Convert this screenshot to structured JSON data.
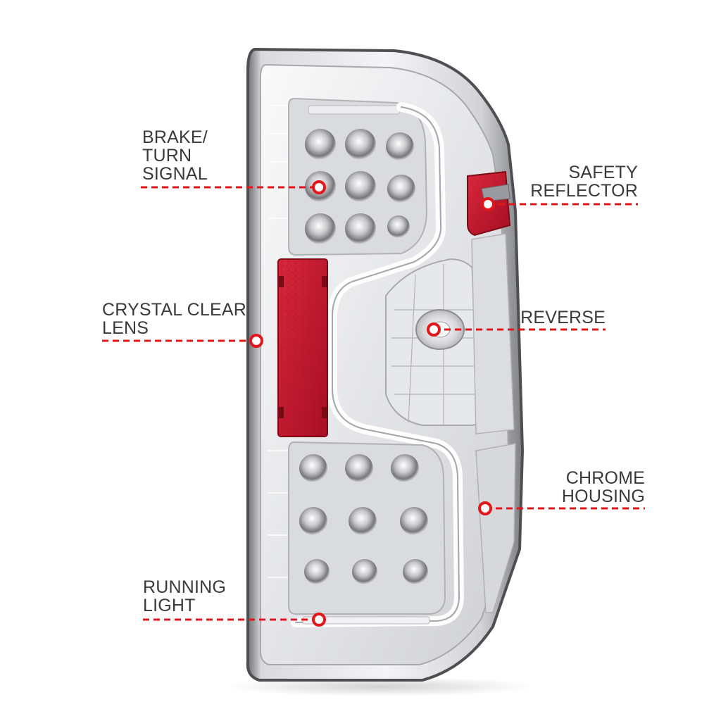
{
  "colors": {
    "callout": "#e3161b",
    "label_text": "#3a3a3a",
    "chrome_light": "#f1f1f3",
    "chrome_mid": "#c9cacd",
    "chrome_dark": "#8b8c90",
    "reflector_red": "#c8102e",
    "housing_edge": "#5a5b5e"
  },
  "callouts": {
    "brake_turn": {
      "lines": [
        "BRAKE/",
        "TURN",
        "SIGNAL"
      ]
    },
    "crystal_lens": {
      "lines": [
        "CRYSTAL CLEAR",
        "LENS"
      ]
    },
    "running_light": {
      "lines": [
        "RUNNING",
        "LIGHT"
      ]
    },
    "safety_reflector": {
      "lines": [
        "SAFETY",
        "REFLECTOR"
      ]
    },
    "reverse": {
      "lines": [
        "REVERSE"
      ]
    },
    "chrome_housing": {
      "lines": [
        "CHROME",
        "HOUSING"
      ]
    }
  }
}
